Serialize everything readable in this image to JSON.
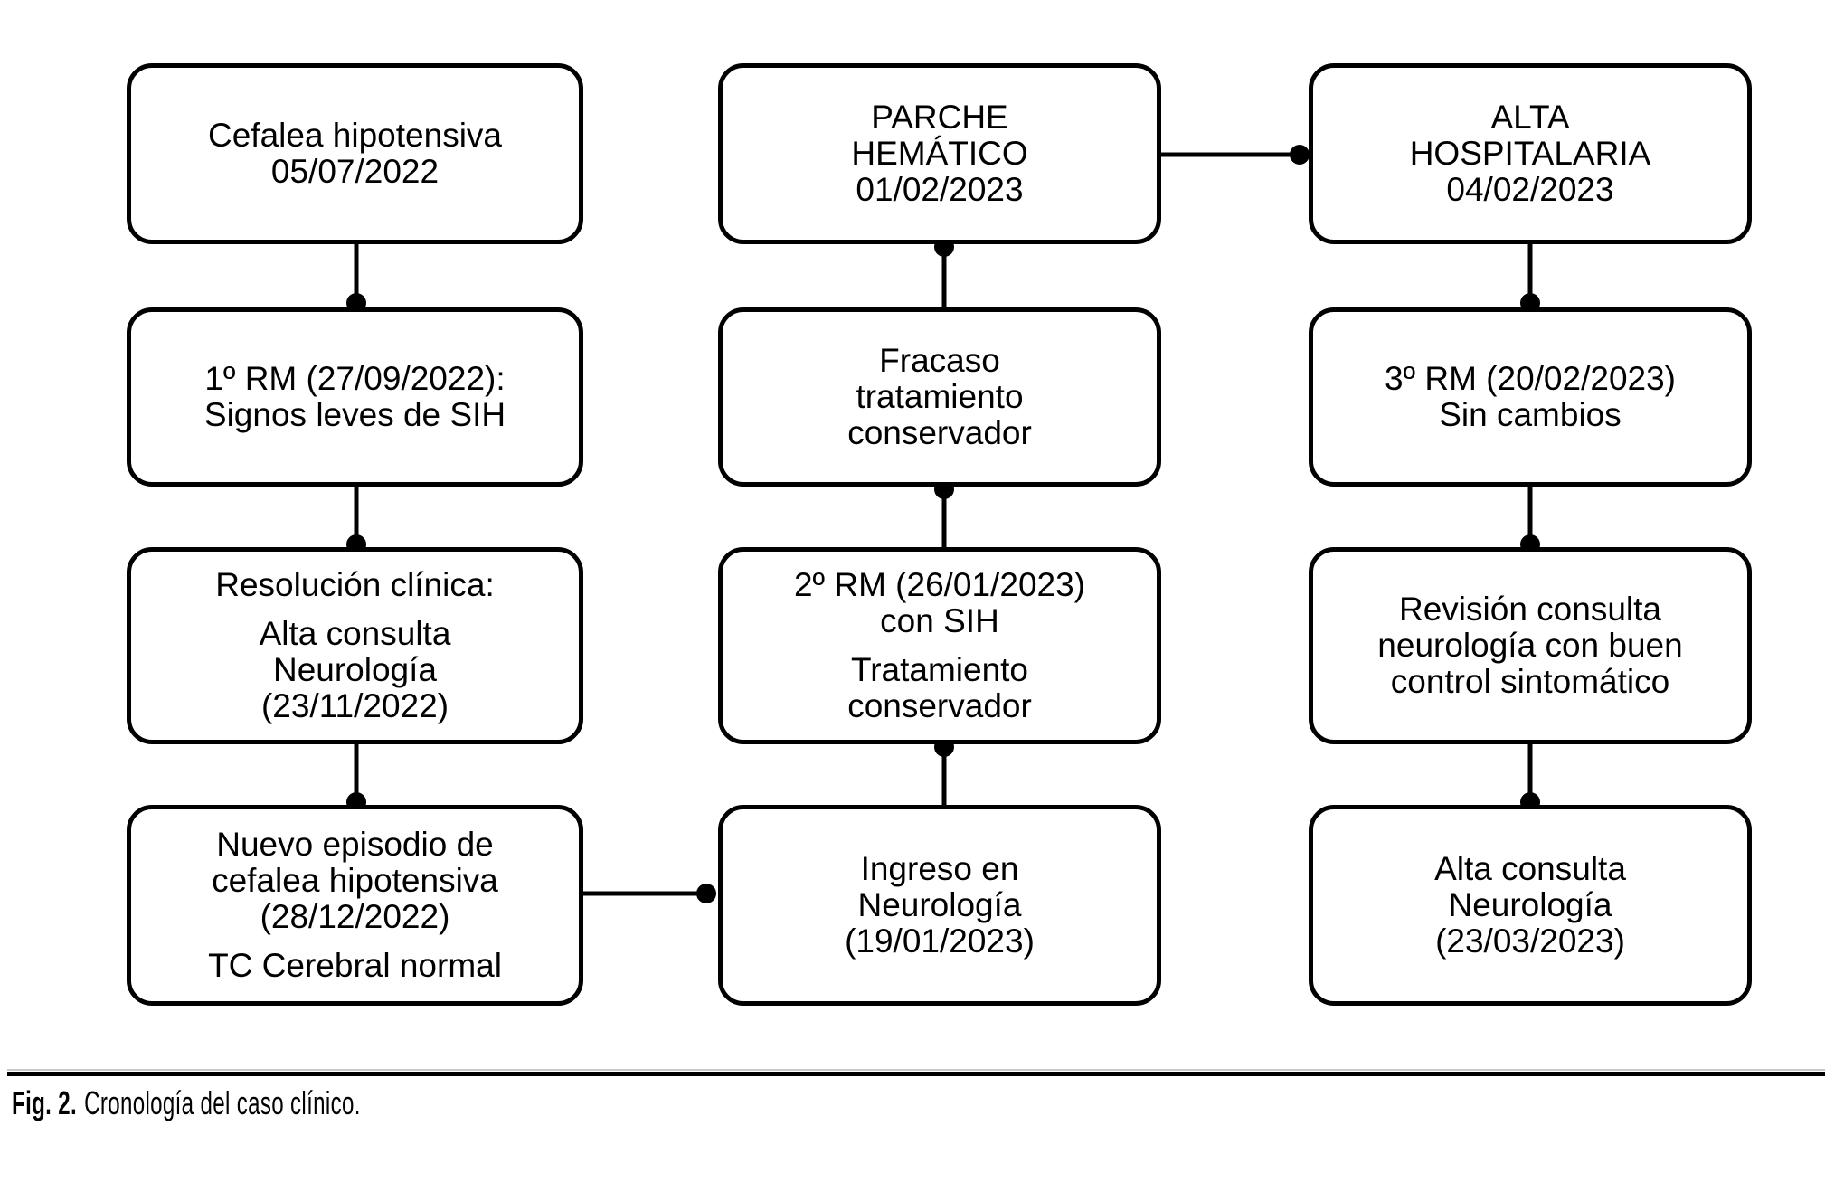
{
  "colors": {
    "ink": "#000000",
    "background": "#ffffff"
  },
  "figure": {
    "caption_label": "Fig. 2.",
    "caption_text": "Cronología del caso clínico."
  },
  "nodes": {
    "cefalea_inicial": {
      "p1": "Cefalea hipotensiva\n05/07/2022"
    },
    "rm1": {
      "p1": "1º RM (27/09/2022):\nSignos leves de SIH"
    },
    "resolucion_clinica": {
      "p1": "Resolución clínica:",
      "p2": "Alta consulta\nNeurología\n(23/11/2022)"
    },
    "nuevo_episodio": {
      "p1": "Nuevo episodio de\ncefalea hipotensiva\n(28/12/2022)",
      "p2": "TC Cerebral normal"
    },
    "parche_hematico": {
      "p1": "PARCHE\nHEMÁTICO\n01/02/2023"
    },
    "fracaso_tratamiento": {
      "p1": "Fracaso\ntratamiento\nconservador"
    },
    "rm2": {
      "p1": "2º RM (26/01/2023)\ncon SIH",
      "p2": "Tratamiento\nconservador"
    },
    "ingreso_neurologia": {
      "p1": "Ingreso en\nNeurología\n(19/01/2023)"
    },
    "alta_hospitalaria": {
      "p1": "ALTA\nHOSPITALARIA\n04/02/2023"
    },
    "rm3": {
      "p1": "3º RM (20/02/2023)\nSin cambios"
    },
    "revision_consulta": {
      "p1": "Revisión consulta\nneurología con buen\ncontrol sintomático"
    },
    "alta_consulta": {
      "p1": "Alta consulta\nNeurología\n(23/03/2023)"
    }
  }
}
